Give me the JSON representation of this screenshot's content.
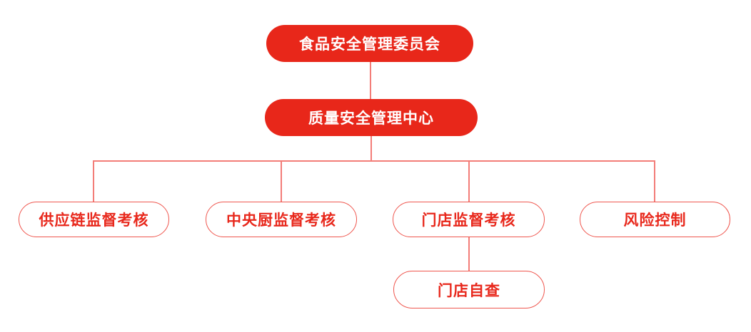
{
  "diagram": {
    "type": "org-chart",
    "colors": {
      "primary_fill": "#e8271a",
      "fill_text": "#ffffff",
      "outline_border": "#ef564e",
      "outline_text": "#e8281c",
      "connector": "#f37d78",
      "background": "#ffffff"
    },
    "nodes": [
      {
        "id": "committee",
        "label": "食品安全管理委员会",
        "level": 1,
        "style": "filled",
        "parent": null
      },
      {
        "id": "center",
        "label": "质量安全管理中心",
        "level": 2,
        "style": "filled",
        "parent": "committee"
      },
      {
        "id": "supply-chain",
        "label": "供应链监督考核",
        "level": 3,
        "style": "outlined",
        "parent": "center"
      },
      {
        "id": "central-kitchen",
        "label": "中央厨监督考核",
        "level": 3,
        "style": "outlined",
        "parent": "center"
      },
      {
        "id": "store-supervision",
        "label": "门店监督考核",
        "level": 3,
        "style": "outlined",
        "parent": "center"
      },
      {
        "id": "risk-control",
        "label": "风险控制",
        "level": 3,
        "style": "outlined",
        "parent": "center"
      },
      {
        "id": "store-self-check",
        "label": "门店自查",
        "level": 4,
        "style": "outlined",
        "parent": "store-supervision"
      }
    ],
    "edges": [
      {
        "from": "committee",
        "to": "center"
      },
      {
        "from": "center",
        "to": "supply-chain"
      },
      {
        "from": "center",
        "to": "central-kitchen"
      },
      {
        "from": "center",
        "to": "store-supervision"
      },
      {
        "from": "center",
        "to": "risk-control"
      },
      {
        "from": "store-supervision",
        "to": "store-self-check"
      }
    ]
  }
}
